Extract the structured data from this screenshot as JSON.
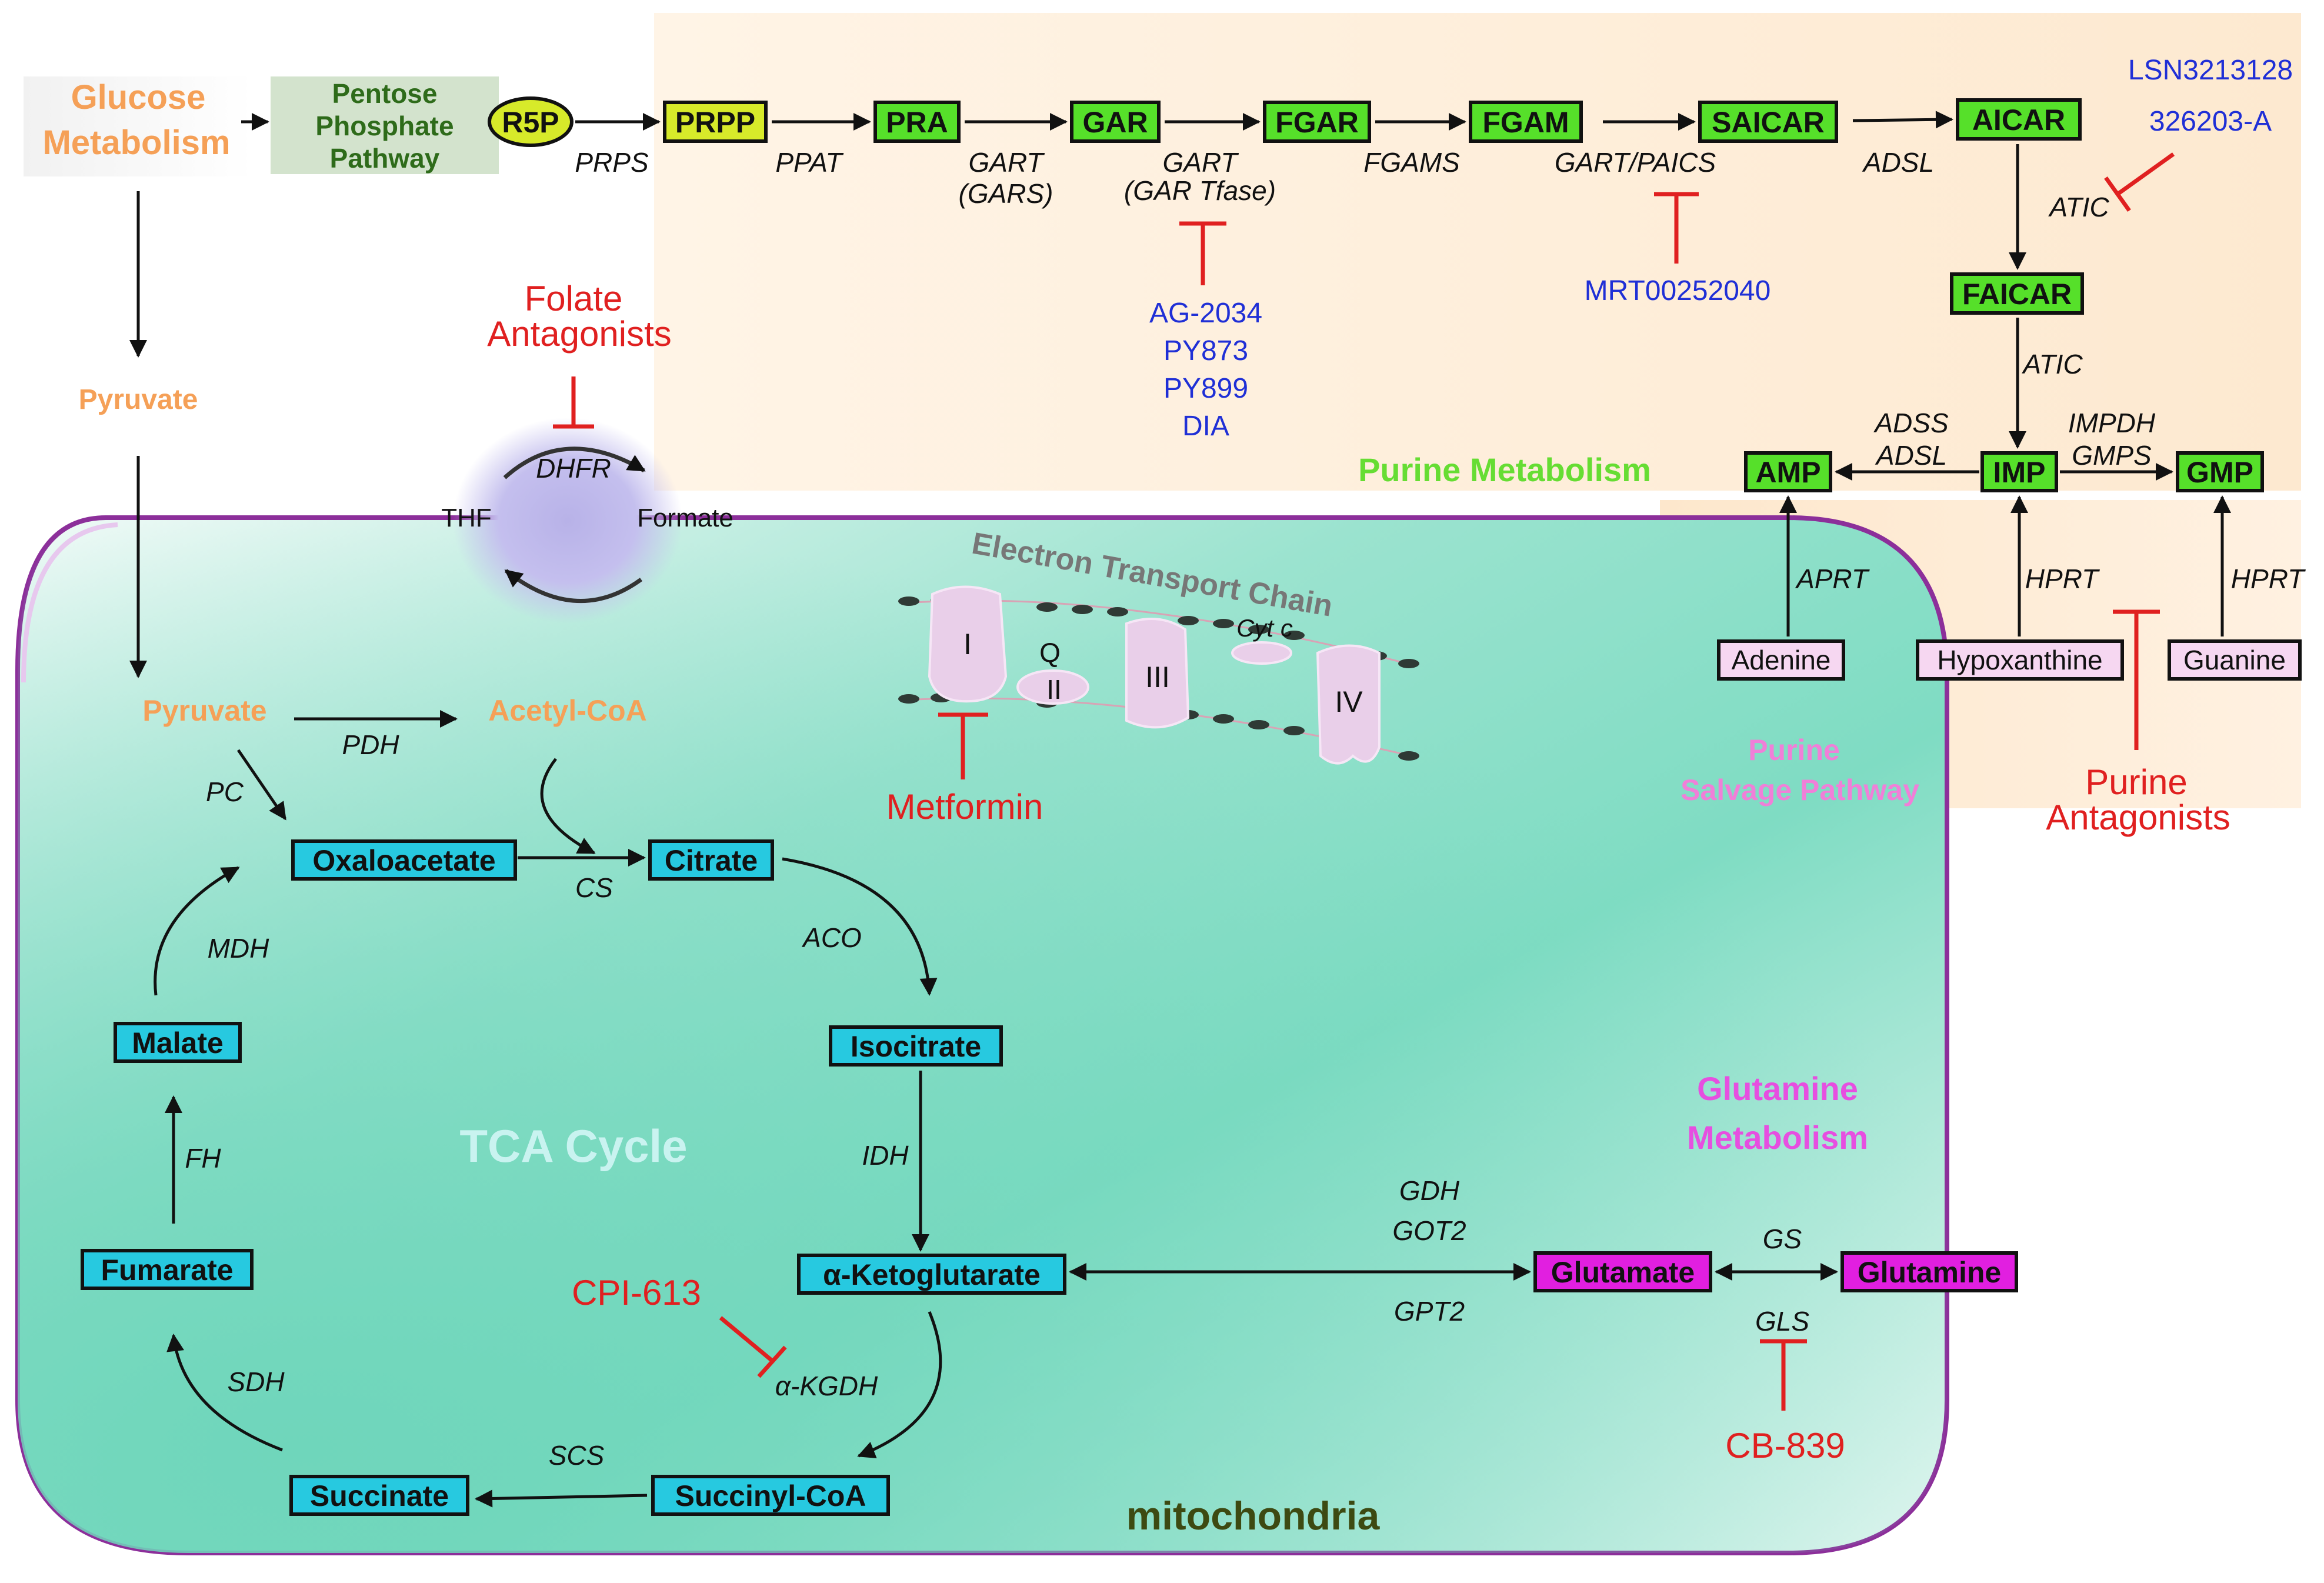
{
  "colors": {
    "purine_box": "#56e02a",
    "tca_box": "#27c9e0",
    "glut_box": "#e11fe0",
    "salvage_box": "#f6d7f1",
    "orange": "#f5a057",
    "red": "#e02020",
    "blue": "#1f2fd6",
    "green_text": "#66dd33",
    "pink_text": "#f07fd8",
    "magenta_text": "#e64fe0",
    "mito_text": "#3d4a12",
    "pentose_text": "#2e6b1a"
  },
  "glycolysis": {
    "glucose_line1": "Glucose",
    "glucose_line2": "Metabolism",
    "pentose_line1": "Pentose",
    "pentose_line2": "Phosphate",
    "pentose_line3": "Pathway",
    "pyruvate_top": "Pyruvate",
    "pyruvate_mito": "Pyruvate",
    "acetyl_coa": "Acetyl-CoA",
    "pdh": "PDH",
    "pc": "PC"
  },
  "purine": {
    "label": "Purine Metabolism",
    "nodes": {
      "r5p": "R5P",
      "prpp": "PRPP",
      "pra": "PRA",
      "gar": "GAR",
      "fgar": "FGAR",
      "fgam": "FGAM",
      "saicar": "SAICAR",
      "aicar": "AICAR",
      "faicar": "FAICAR",
      "imp": "IMP",
      "amp": "AMP",
      "gmp": "GMP"
    },
    "enzymes": {
      "prps": "PRPS",
      "ppat": "PPAT",
      "gart1_line1": "GART",
      "gart1_line2": "(GARS)",
      "gart2_line1": "GART",
      "gart2_line2": "(GAR Tfase)",
      "fgams": "FGAMS",
      "gart_paics": "GART/PAICS",
      "adsl": "ADSL",
      "atic1": "ATIC",
      "atic2": "ATIC",
      "adss": "ADSS",
      "adsl2": "ADSL",
      "impdh": "IMPDH",
      "gmps": "GMPS"
    },
    "drugs_gar": [
      "AG-2034",
      "PY873",
      "PY899",
      "DIA"
    ],
    "drug_saicar": "MRT00252040",
    "drugs_atic": [
      "LSN3213128",
      "326203-A"
    ]
  },
  "salvage": {
    "label_line1": "Purine",
    "label_line2": "Salvage Pathway",
    "adenine": "Adenine",
    "hypoxanthine": "Hypoxanthine",
    "guanine": "Guanine",
    "aprt": "APRT",
    "hprt1": "HPRT",
    "hprt2": "HPRT",
    "antagonist_line1": "Purine",
    "antagonist_line2": "Antagonists"
  },
  "folate": {
    "antagonist_line1": "Folate",
    "antagonist_line2": "Antagonists",
    "dhfr": "DHFR",
    "thf": "THF",
    "formate": "Formate"
  },
  "etc": {
    "label": "Electron Transport Chain",
    "complex_1": "I",
    "q": "Q",
    "complex_2": "II",
    "complex_3": "III",
    "cyt_c": "Cyt c",
    "complex_4": "IV",
    "drug": "Metformin"
  },
  "tca": {
    "label": "TCA Cycle",
    "mito_label": "mitochondria",
    "nodes": {
      "oxaloacetate": "Oxaloacetate",
      "citrate": "Citrate",
      "isocitrate": "Isocitrate",
      "akg": "α-Ketoglutarate",
      "succinyl_coa": "Succinyl-CoA",
      "succinate": "Succinate",
      "fumarate": "Fumarate",
      "malate": "Malate"
    },
    "enzymes": {
      "cs": "CS",
      "aco": "ACO",
      "idh": "IDH",
      "akgdh": "α-KGDH",
      "scs": "SCS",
      "sdh": "SDH",
      "fh": "FH",
      "mdh": "MDH"
    },
    "drug": "CPI-613"
  },
  "glutamine": {
    "label_line1": "Glutamine",
    "label_line2": "Metabolism",
    "glutamate": "Glutamate",
    "glutamine": "Glutamine",
    "gdh": "GDH",
    "got2": "GOT2",
    "gpt2": "GPT2",
    "gs": "GS",
    "gls": "GLS",
    "drug": "CB-839"
  }
}
